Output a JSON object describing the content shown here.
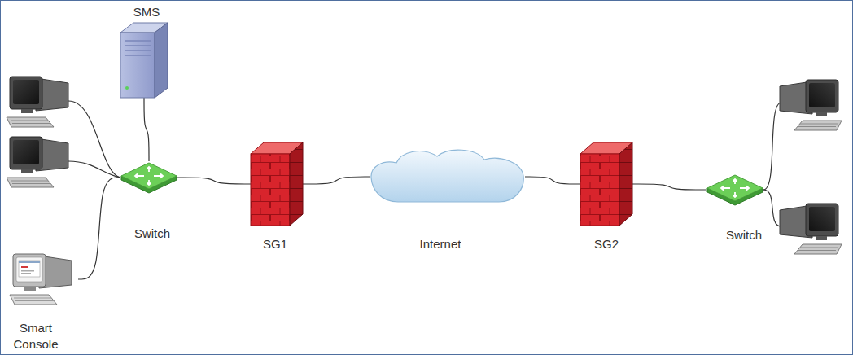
{
  "diagram": {
    "nodes": [
      {
        "text": [
          "SMS"
        ]
      },
      {
        "text": [
          "Switch"
        ]
      },
      {
        "text": [
          "SG1"
        ]
      },
      {
        "text": [
          "Internet"
        ]
      },
      {
        "text": [
          "SG2"
        ]
      },
      {
        "text": [
          "Switch"
        ]
      },
      {
        "text": [
          "Smart Console"
        ]
      }
    ],
    "edges": [
      {
        "from": 0,
        "to": 1,
        "arrow": "none"
      },
      {
        "from": 6,
        "to": 1,
        "arrow": "none"
      },
      {
        "from": 1,
        "to": 2,
        "arrow": "none"
      },
      {
        "from": 2,
        "to": 3,
        "arrow": "none"
      },
      {
        "from": 3,
        "to": 4,
        "arrow": "none"
      },
      {
        "from": 4,
        "to": 5,
        "arrow": "none"
      }
    ]
  }
}
